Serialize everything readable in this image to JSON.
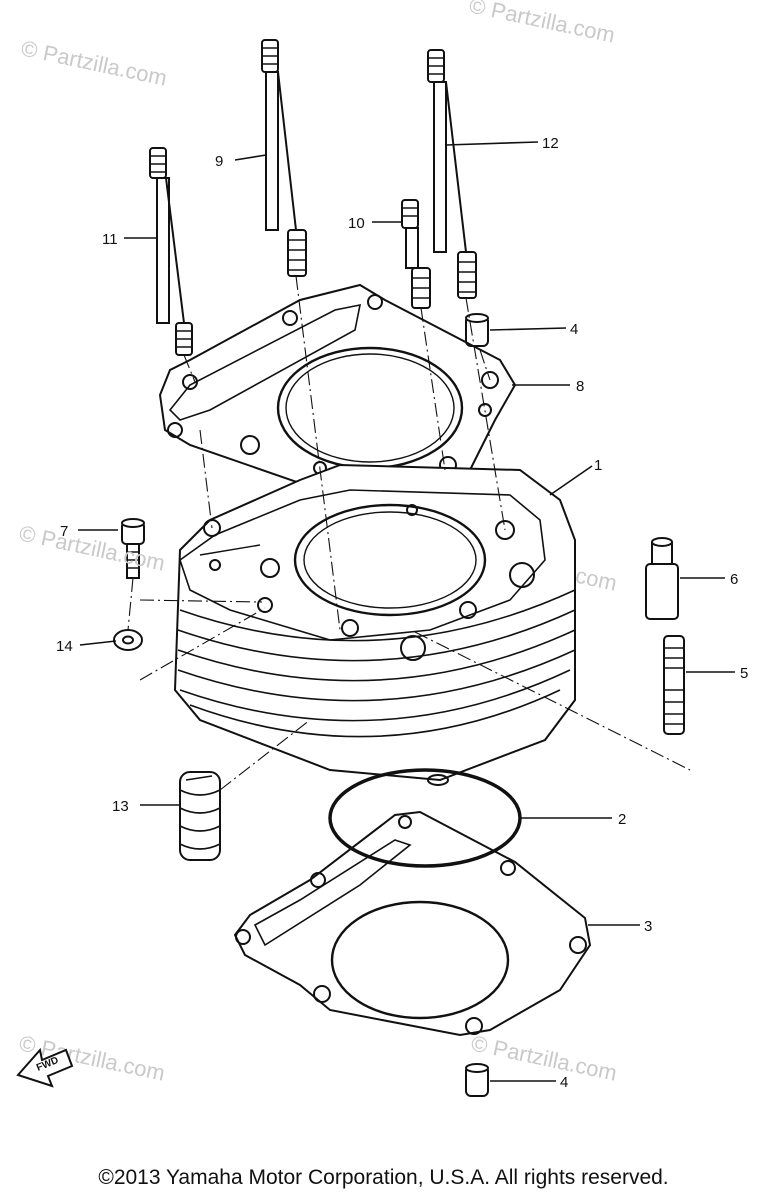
{
  "watermark": {
    "text": "© Partzilla.com"
  },
  "callouts": [
    {
      "id": "1",
      "label": "1"
    },
    {
      "id": "2",
      "label": "2"
    },
    {
      "id": "3",
      "label": "3"
    },
    {
      "id": "4a",
      "label": "4"
    },
    {
      "id": "4b",
      "label": "4"
    },
    {
      "id": "5",
      "label": "5"
    },
    {
      "id": "6",
      "label": "6"
    },
    {
      "id": "7",
      "label": "7"
    },
    {
      "id": "8",
      "label": "8"
    },
    {
      "id": "9",
      "label": "9"
    },
    {
      "id": "10",
      "label": "10"
    },
    {
      "id": "11",
      "label": "11"
    },
    {
      "id": "12",
      "label": "12"
    },
    {
      "id": "13",
      "label": "13"
    },
    {
      "id": "14",
      "label": "14"
    }
  ],
  "fwd_marker": {
    "text": "FWD"
  },
  "footer": {
    "copyright": "©2013 Yamaha Motor Corporation, U.S.A. All rights reserved."
  }
}
